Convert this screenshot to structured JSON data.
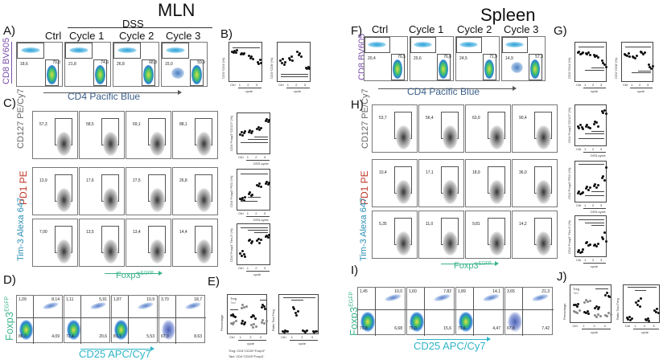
{
  "titles": {
    "left": "MLN",
    "right": "Spleen"
  },
  "panel_labels": {
    "A": "A)",
    "B": "B)",
    "C": "C)",
    "D": "D)",
    "E": "E)",
    "F": "F)",
    "G": "G)",
    "H": "H)",
    "I": "I)",
    "J": "J)"
  },
  "columns": {
    "ctrl": "Ctrl",
    "dss": "DSS",
    "c1": "Cycle 1",
    "c2": "Cycle 2",
    "c3": "Cycle 3"
  },
  "axes": {
    "cd8": "CD8 BV605",
    "cd4": "CD4 Pacific Blue",
    "cd127": "CD127 PE/Cy7",
    "pd1": "PD1 PE",
    "tim3": "Tim-3 Alexa 647",
    "foxp3_x": "Foxp3",
    "foxp3_sup": "EGFP",
    "foxp3_y": "Foxp3",
    "cd25": "CD25 APC/Cy7"
  },
  "mln": {
    "A": {
      "cd4": [
        "79,3",
        "74,6",
        "68,8",
        "59,9"
      ],
      "cd8": [
        "18,6",
        "21,8",
        "26,8",
        "15,0"
      ]
    },
    "C_cd127": [
      "57,3",
      "58,5",
      "69,1",
      "88,1"
    ],
    "C_pd1": [
      "13,9",
      "17,6",
      "27,5",
      "26,8"
    ],
    "C_tim3": [
      "7,00",
      "13,5",
      "13,4",
      "14,4"
    ],
    "D": [
      {
        "ul": "1,09",
        "ur": "8,14",
        "ll": "86,7",
        "lr": "4,09"
      },
      {
        "ul": "1,11",
        "ur": "5,91",
        "ll": "72,4",
        "lr": "20,6"
      },
      {
        "ul": "1,87",
        "ur": "10,9",
        "ll": "81,7",
        "lr": "5,53"
      },
      {
        "ul": "3,70",
        "ur": "18,7",
        "ll": "67,9",
        "lr": "8,63"
      }
    ]
  },
  "spleen": {
    "F": {
      "cd4": [
        "76,5",
        "76,0",
        "71,9",
        "57,3"
      ],
      "cd8": [
        "20,4",
        "20,6",
        "24,5",
        "14,9"
      ]
    },
    "H_cd127": [
      "53,7",
      "56,4",
      "63,9",
      "90,4"
    ],
    "H_pd1": [
      "10,4",
      "17,1",
      "18,9",
      "36,0"
    ],
    "H_tim3": [
      "5,35",
      "11,0",
      "9,81",
      "14,2"
    ],
    "I": [
      {
        "ul": "1,45",
        "ur": "10,0",
        "ll": "79,8",
        "lr": "6,68"
      },
      {
        "ul": "1,60",
        "ur": "7,82",
        "ll": "75,0",
        "lr": "15,6"
      },
      {
        "ul": "1,89",
        "ur": "14,1",
        "ll": "79,6",
        "lr": "4,47"
      },
      {
        "ul": "3,65",
        "ur": "21,3",
        "ll": "67,8",
        "lr": "7,42"
      }
    ]
  },
  "minis": {
    "cd4_y": "CD3⁺CD4⁺(%)",
    "cd8_y": "CD3⁺CD8⁺(%)",
    "cd127_y": "CD4⁺Foxp3⁺CD127⁺(%)",
    "pd1_y": "CD4⁺Foxp3⁺PD1⁺(%)",
    "tim3_y": "CD4⁺Foxp3⁺Tim-3⁺(%)",
    "pct_y": "Percentage",
    "ratio_y": "Ratio Taci:Treg",
    "x_cycle": "cycle",
    "x_dss": "DSS-cycle",
    "ticks": [
      "Ctrl",
      "1",
      "2",
      "3"
    ],
    "legend_treg": "Treg",
    "legend_taci": "Taci",
    "footnote1": "Treg: CD4⁺CD25⁺Foxp3⁺",
    "footnote2": "Taci: CD4⁺CD25⁺Foxp3⁻",
    "sig": "***"
  }
}
